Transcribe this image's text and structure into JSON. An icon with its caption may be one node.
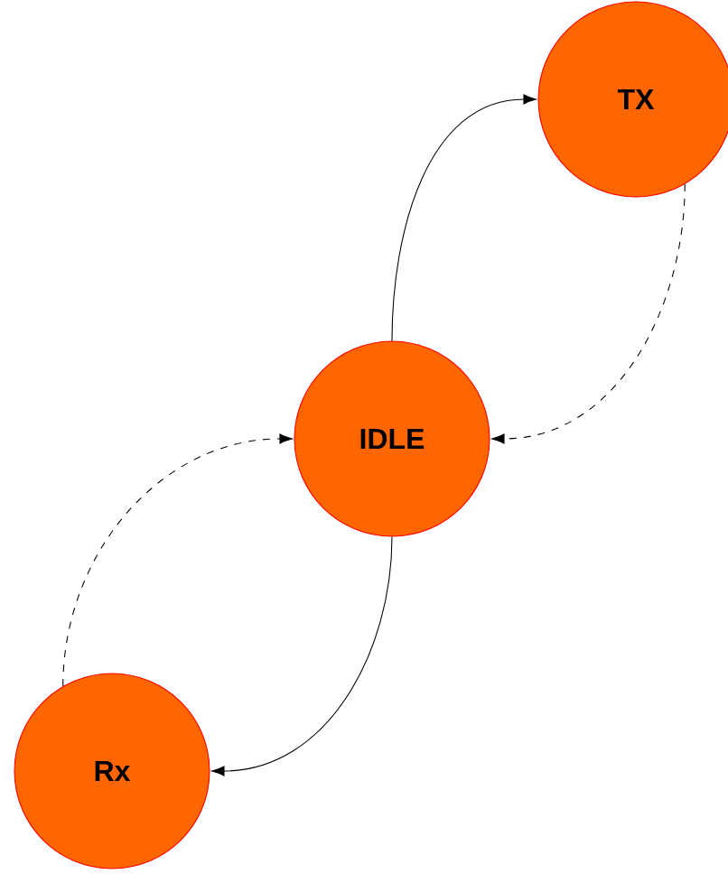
{
  "diagram": {
    "nodes": [
      {
        "text": [
          "TX"
        ]
      },
      {
        "text": [
          "IDLE"
        ]
      },
      {
        "text": [
          "Rx"
        ]
      }
    ],
    "edges": [
      {
        "from": 1,
        "to": 0,
        "arrow": "to"
      },
      {
        "from": 0,
        "to": 1,
        "arrow": "to",
        "style": "dashed"
      },
      {
        "from": 1,
        "to": 2,
        "arrow": "to"
      },
      {
        "from": 2,
        "to": 1,
        "arrow": "to",
        "style": "dashed"
      }
    ]
  }
}
